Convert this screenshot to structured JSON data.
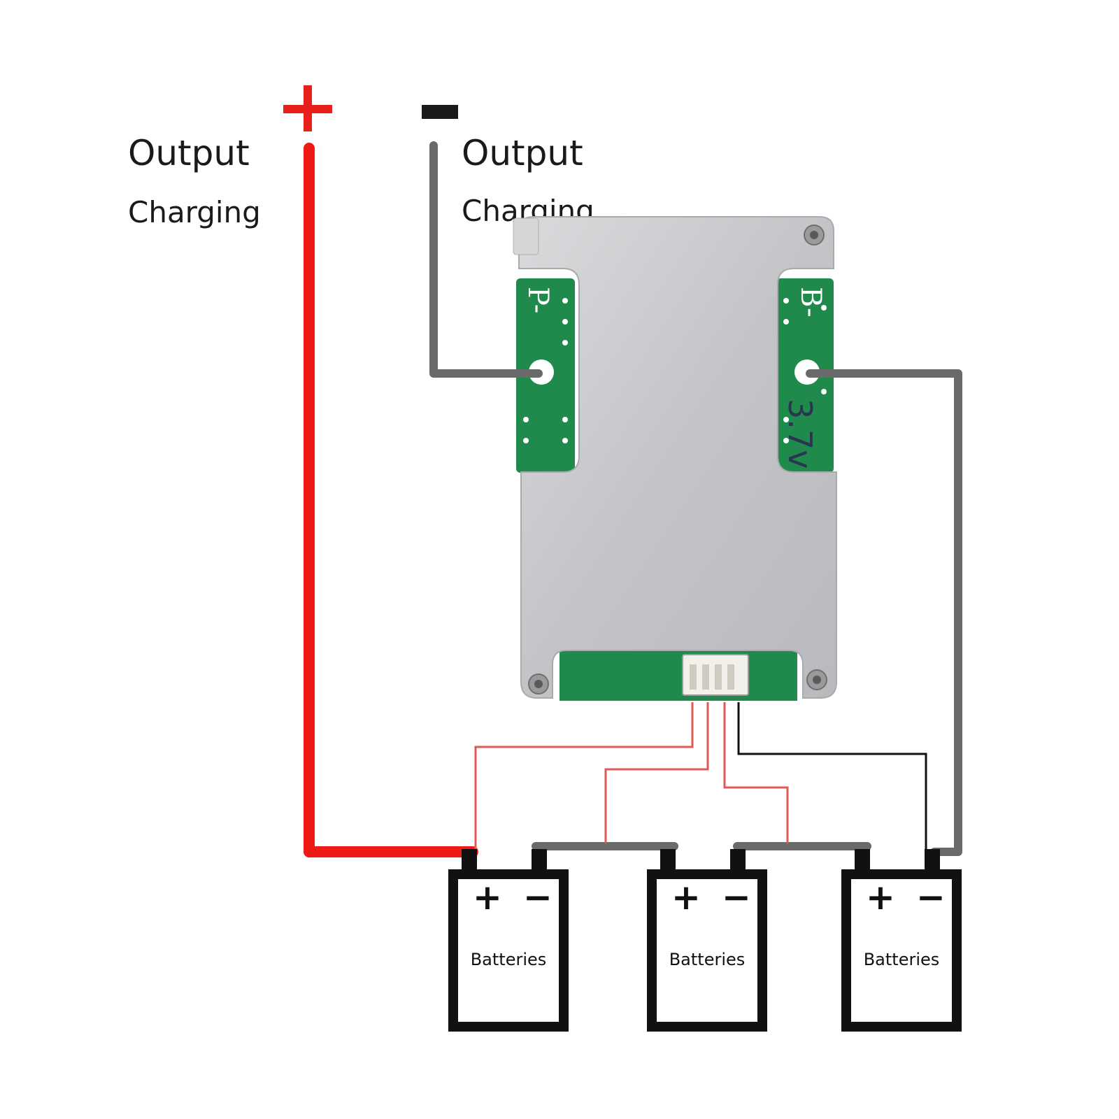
{
  "terminals": {
    "positive_symbol": "+",
    "negative_symbol": "-",
    "positive_color": "#e8201c",
    "negative_color": "#1a1a1a"
  },
  "labels": {
    "left_output": "Output",
    "left_charging": "Charging",
    "right_output": "Output",
    "right_charging": "Charging"
  },
  "board": {
    "p_label": "P-",
    "b_label": "B-",
    "voltage": "3.7v"
  },
  "batteries": [
    {
      "label": "Batteries",
      "plus": "+",
      "minus": "−"
    },
    {
      "label": "Batteries",
      "plus": "+",
      "minus": "−"
    },
    {
      "label": "Batteries",
      "plus": "+",
      "minus": "−"
    }
  ],
  "colors": {
    "main_wire_positive": "#ee1a14",
    "main_wire_negative": "#6a6a6a",
    "balance_wire": "#e05a55",
    "balance_wire_black": "#111111",
    "pcb_green": "#1f8a4c",
    "plate": "#c8c9cb"
  }
}
